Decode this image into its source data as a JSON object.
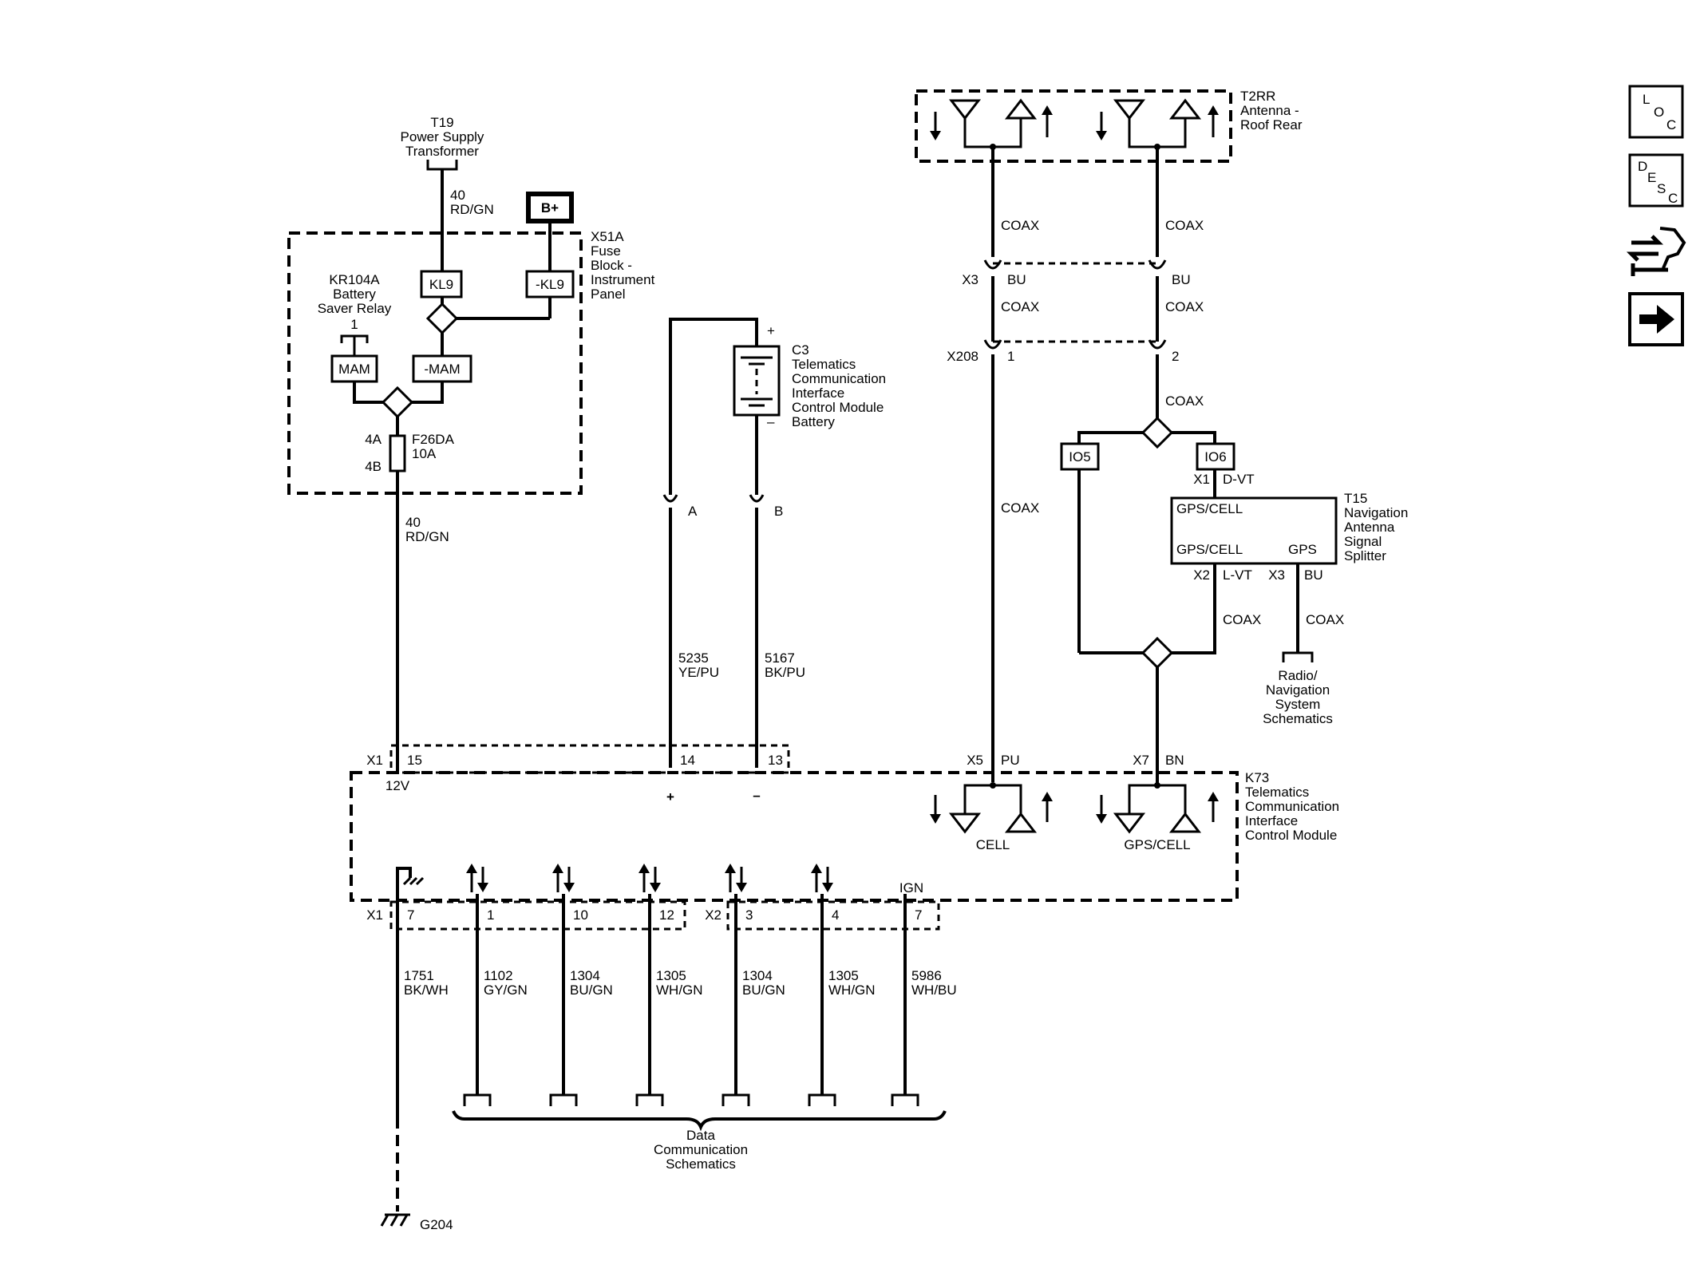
{
  "components": {
    "t19": {
      "id": "T19",
      "name_line1": "Power Supply",
      "name_line2": "Transformer"
    },
    "bplus": "B+",
    "x51a": {
      "id": "X51A",
      "name_line1": "Fuse",
      "name_line2": "Block -",
      "name_line3": "Instrument",
      "name_line4": "Panel"
    },
    "kr104a": {
      "id": "KR104A",
      "name_line1": "Battery",
      "name_line2": "Saver Relay",
      "pin": "1"
    },
    "kl9": "KL9",
    "neg_kl9": "-KL9",
    "mam": "MAM",
    "neg_mam": "-MAM",
    "fuse": {
      "id": "F26DA",
      "rating": "10A",
      "pin_a": "4A",
      "pin_b": "4B"
    },
    "c3": {
      "id": "C3",
      "name_line1": "Telematics",
      "name_line2": "Communication",
      "name_line3": "Interface",
      "name_line4": "Control Module",
      "name_line5": "Battery",
      "plus": "+",
      "minus": "–",
      "pin_a": "A",
      "pin_b": "B"
    },
    "t2rr": {
      "id": "T2RR",
      "name_line1": "Antenna -",
      "name_line2": "Roof Rear"
    },
    "x3": {
      "id": "X3",
      "left_color": "BU",
      "right_color": "BU"
    },
    "x208": {
      "id": "X208",
      "left_pin": "1",
      "right_pin": "2"
    },
    "io5": "IO5",
    "io6": "IO6",
    "t15": {
      "id": "T15",
      "name_line1": "Navigation",
      "name_line2": "Antenna",
      "name_line3": "Signal",
      "name_line4": "Splitter",
      "x1": "X1",
      "x1_color": "D-VT",
      "x2": "X2",
      "x2_color": "L-VT",
      "x3": "X3",
      "x3_color": "BU",
      "label_top": "GPS/CELL",
      "label_bottom_left": "GPS/CELL",
      "label_bottom_right": "GPS"
    },
    "radio_ref": {
      "line1": "Radio/",
      "line2": "Navigation",
      "line3": "System",
      "line4": "Schematics"
    },
    "k73": {
      "id": "K73",
      "name_line1": "Telematics",
      "name_line2": "Communication",
      "name_line3": "Interface",
      "name_line4": "Control Module",
      "v12": "12V",
      "plus": "+",
      "minus": "–",
      "cell": "CELL",
      "gps_cell": "GPS/CELL",
      "ign": "IGN",
      "x5": "X5",
      "x5_color": "PU",
      "x7": "X7",
      "x7_color": "BN"
    },
    "g204": "G204",
    "data_ref": {
      "line1": "Data",
      "line2": "Communication",
      "line3": "Schematics"
    }
  },
  "wires": {
    "w40_top": {
      "circuit": "40",
      "color": "RD/GN"
    },
    "w40_bottom": {
      "circuit": "40",
      "color": "RD/GN"
    },
    "w5235": {
      "circuit": "5235",
      "color": "YE/PU"
    },
    "w5167": {
      "circuit": "5167",
      "color": "BK/PU"
    },
    "coax": "COAX"
  },
  "top_connector": {
    "id": "X1",
    "pins": [
      "15",
      "14",
      "13"
    ]
  },
  "bottom_connectors": {
    "x1": "X1",
    "x2": "X2"
  },
  "bottom_wires": [
    {
      "pin": "7",
      "circuit": "1751",
      "color": "BK/WH"
    },
    {
      "pin": "1",
      "circuit": "1102",
      "color": "GY/GN"
    },
    {
      "pin": "10",
      "circuit": "1304",
      "color": "BU/GN"
    },
    {
      "pin": "12",
      "circuit": "1305",
      "color": "WH/GN"
    },
    {
      "pin": "3",
      "circuit": "1304",
      "color": "BU/GN"
    },
    {
      "pin": "4",
      "circuit": "1305",
      "color": "WH/GN"
    },
    {
      "pin": "7",
      "circuit": "5986",
      "color": "WH/BU"
    }
  ],
  "nav_buttons": [
    {
      "label": "LOC",
      "icon": "loc-icon"
    },
    {
      "label": "DESC",
      "icon": "desc-icon"
    },
    {
      "label": "",
      "icon": "diagnostic-repair-icon"
    },
    {
      "label": "",
      "icon": "next-arrow-icon"
    }
  ]
}
